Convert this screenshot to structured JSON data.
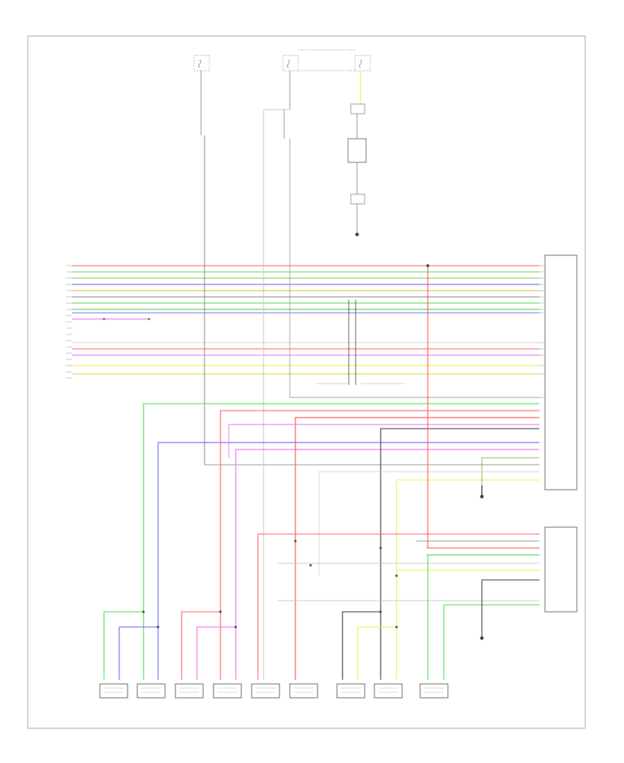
{
  "diagram": {
    "footer_code": "",
    "colors": {
      "red": "#ff6a6a",
      "green": "#58e058",
      "blue": "#6a6aff",
      "yellow": "#f0f050",
      "violet": "#ee70ee",
      "gray": "#8a8a8a",
      "lightgray": "#c4c4c4",
      "black": "#303030",
      "olive": "#b0b060"
    },
    "icons": [
      "ground-icon",
      "fuse-icon",
      "splice-icon",
      "connector-icon"
    ],
    "speakers": [
      {
        "id": "spk-1",
        "label": ""
      },
      {
        "id": "spk-2",
        "label": ""
      },
      {
        "id": "spk-3",
        "label": ""
      },
      {
        "id": "spk-4",
        "label": ""
      },
      {
        "id": "spk-5",
        "label": ""
      },
      {
        "id": "spk-6",
        "label": ""
      },
      {
        "id": "spk-7",
        "label": ""
      },
      {
        "id": "spk-8",
        "label": ""
      },
      {
        "id": "spk-9",
        "label": ""
      }
    ]
  }
}
